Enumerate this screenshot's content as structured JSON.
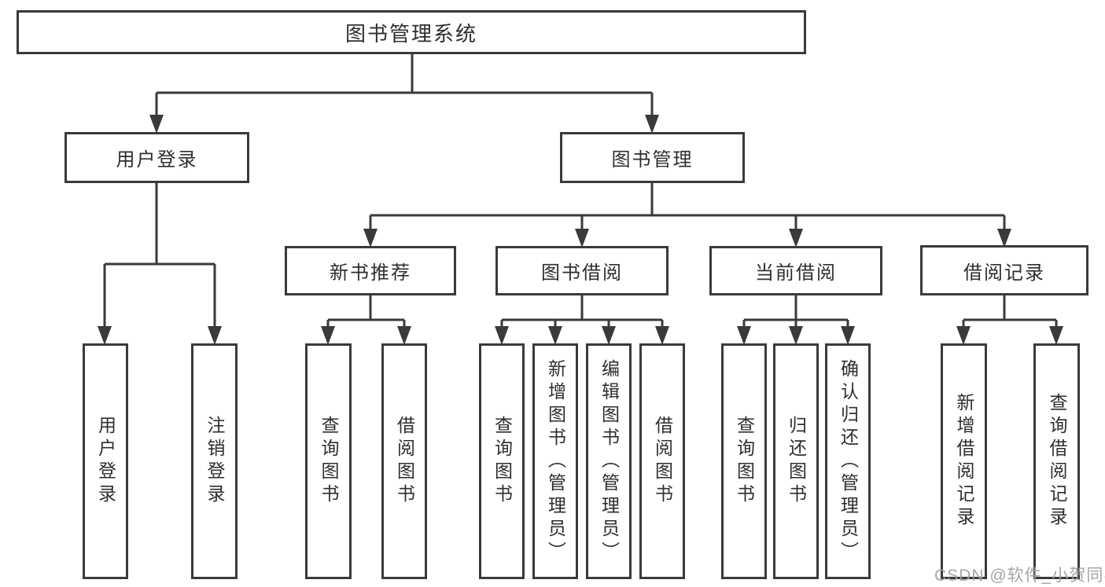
{
  "diagram_title": "图书管理系统",
  "tree": {
    "label": "图书管理系统",
    "children": [
      {
        "label": "用户登录",
        "children": [
          {
            "label": "用户登录"
          },
          {
            "label": "注销登录"
          }
        ]
      },
      {
        "label": "图书管理",
        "children": [
          {
            "label": "新书推荐",
            "children": [
              {
                "label": "查询图书"
              },
              {
                "label": "借阅图书"
              }
            ]
          },
          {
            "label": "图书借阅",
            "children": [
              {
                "label": "查询图书"
              },
              {
                "label": "新增图书（管理员）"
              },
              {
                "label": "编辑图书（管理员）"
              },
              {
                "label": "借阅图书"
              }
            ]
          },
          {
            "label": "当前借阅",
            "children": [
              {
                "label": "查询图书"
              },
              {
                "label": "归还图书"
              },
              {
                "label": "确认归还（管理员）"
              }
            ]
          },
          {
            "label": "借阅记录",
            "children": [
              {
                "label": "新增借阅记录"
              },
              {
                "label": "查询借阅记录"
              }
            ]
          }
        ]
      }
    ]
  },
  "watermark": "CSDN @软件_小贺同学",
  "colors": {
    "line": "#3a3a3a",
    "text": "#2e2e2e",
    "background": "#ffffff",
    "watermark": "#a2a2a7"
  }
}
